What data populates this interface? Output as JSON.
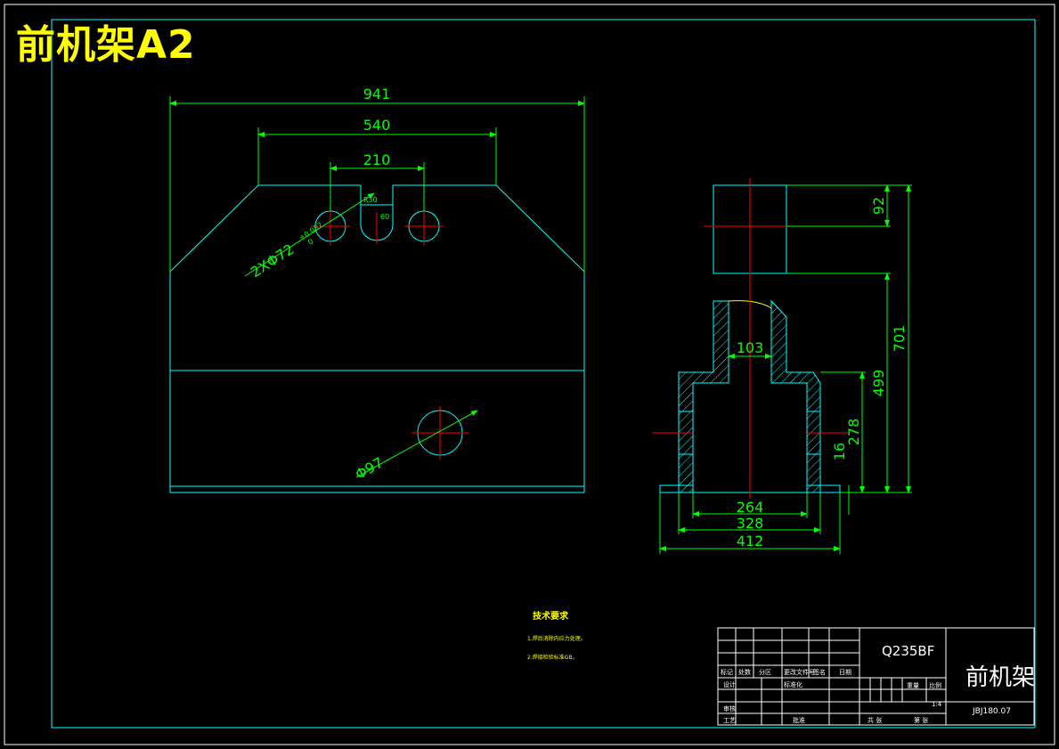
{
  "title": "前机架A2",
  "colors": {
    "background": "#000000",
    "frame": "#00ffff",
    "outline": "#00ffff",
    "dimension": "#00ff00",
    "centerline": "#ff0000",
    "title_text": "#ffff00",
    "table_lines": "#ffffff"
  },
  "front_view": {
    "dims": {
      "overall_width": "941",
      "top_width": "540",
      "hole_spacing": "210",
      "hole_dia": "2XΦ72",
      "hole_tol": "+0.087",
      "hole_tol2": "0",
      "bottom_hole_dia": "Φ97",
      "slot_r": "R30",
      "slot_w": "60"
    }
  },
  "side_view": {
    "dims": {
      "top_height": "92",
      "total_height": "701",
      "lower_height": "499",
      "inner_height": "278",
      "step_height": "16",
      "neck_width": "103",
      "inner_width": "264",
      "mid_width": "328",
      "base_width": "412"
    }
  },
  "technical_requirements": {
    "title": "技术要求",
    "lines": [
      "1.焊后消除内应力处理。",
      "2.焊接检验标准GB。"
    ]
  },
  "title_block": {
    "material": "Q235BF",
    "part_name": "前机架",
    "drawing_no": "JBJ180.07",
    "scale": "1:4",
    "labels": {
      "mark": "标记",
      "count": "处数",
      "zone": "分区",
      "change_doc": "更改文件号",
      "sign": "签名",
      "date": "日期",
      "design": "设计",
      "standardize": "标准化",
      "review": "审核",
      "process": "工艺",
      "approve": "批准",
      "weight": "重量",
      "ratio": "比例",
      "total_sheets": "共 张",
      "sheet_no": "第 张"
    }
  }
}
